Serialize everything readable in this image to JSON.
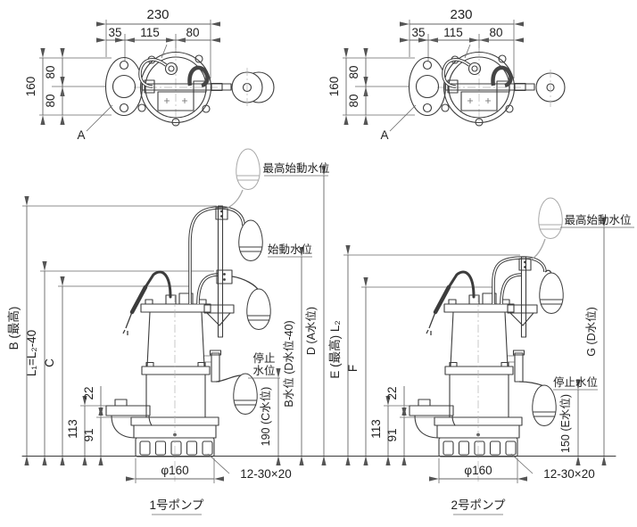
{
  "colors": {
    "body_line": "#3c3c3c",
    "dimension_line": "#666666",
    "phantom_line": "#a8a8a8",
    "background": "#ffffff"
  },
  "drawing": {
    "top_views": [
      {
        "overall_width": "230",
        "offset_left": "35",
        "offset_center": "115",
        "offset_right": "80",
        "overall_depth": "160",
        "depth_upper": "80",
        "depth_lower": "80",
        "section_label": "A"
      },
      {
        "overall_width": "230",
        "offset_left": "35",
        "offset_center": "115",
        "offset_right": "80",
        "overall_depth": "160",
        "depth_upper": "80",
        "depth_lower": "80",
        "section_label": "A"
      }
    ],
    "side_views": [
      {
        "name": "1号ポンプ",
        "dim_total_height": "B (最高)",
        "dim_rail_height": "L₁=L₂-40",
        "dim_pipe_height": "C",
        "dim_flange_offset": "22",
        "dim_discharge_height": "113",
        "dim_flange_height": "91",
        "dim_base_diameter": "φ160",
        "dim_strainer_slots": "12-30×20",
        "label_max_start_level": "最高始動水位",
        "label_start_level": "始動水位",
        "label_stop_level_line1": "停止",
        "label_stop_level_line2": "水位",
        "dim_stop_level": "190 (C水位)",
        "dim_start_level": "B水位 (D水位-40)",
        "dim_max_start_level": "D (A水位)"
      },
      {
        "name": "2号ポンプ",
        "dim_total_height": "E (最高) L₂",
        "dim_pipe_height": "F",
        "dim_flange_offset": "22",
        "dim_discharge_height": "113",
        "dim_flange_height": "91",
        "dim_base_diameter": "φ160",
        "dim_strainer_slots": "12-30×20",
        "label_max_start_level": "最高始動水位",
        "label_stop_level": "停止水位",
        "dim_stop_level": "150 (E水位)",
        "dim_max_start_level": "G (D水位)"
      }
    ]
  }
}
